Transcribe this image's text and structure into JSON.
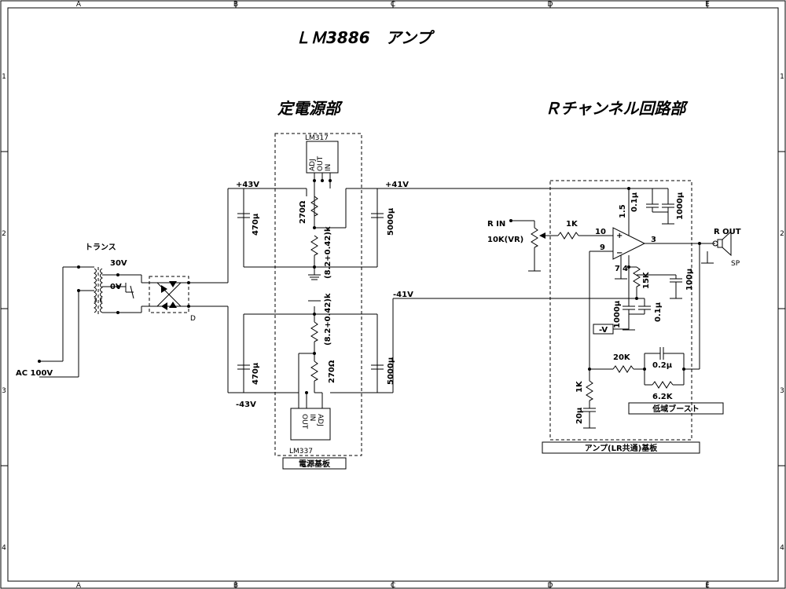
{
  "title": "ＬＭ3886　アンプ",
  "border": {
    "columns": [
      "A",
      "B",
      "C",
      "D",
      "E"
    ],
    "rows": [
      "1",
      "2",
      "3",
      "4"
    ]
  },
  "sections": {
    "psu_title": "定電源部",
    "rch_title": "Ｒチャンネル回路部",
    "psu_board": "電源基板",
    "amp_board": "アンプ(LR共通)基板",
    "bass_boost": "低域ブースト"
  },
  "labels": {
    "trans": "トランス",
    "v30": "30V",
    "v0": "0V",
    "ac100": "AC 100V",
    "diode": "D",
    "lm317": "LM317",
    "lm337": "LM337",
    "adj": "ADJ",
    "out": "OUT",
    "in": "IN",
    "p43": "+43V",
    "p41": "+41V",
    "n41": "-41V",
    "n43": "-43V",
    "c470a": "470μ",
    "c470b": "470μ",
    "c5000a": "5000μ",
    "c5000b": "5000μ",
    "r270a": "270Ω",
    "r270b": "270Ω",
    "rvar_a": "(8.2+0.42)k",
    "rvar_b": "(8.2+0.42)k",
    "rin": "R IN",
    "vr": "10K(VR)",
    "r1k_in": "1K",
    "pin10": "10",
    "pin9": "9",
    "pin3": "3",
    "pin7": "7",
    "pin4": "4",
    "pin1_5": "1.5",
    "c01a": "0.1μ",
    "c1000a": "1000μ",
    "r15k": "15K",
    "c100": "100μ",
    "c1000b": "1000μ",
    "c01b": "0.1μ",
    "neg_v": "-V",
    "r20k": "20K",
    "c02": "0.2μ",
    "r62k": "6.2K",
    "r1k_fb": "1K",
    "c20": "20μ",
    "rout": "R OUT",
    "sp": "SP",
    "plus": "+",
    "minus": "−"
  }
}
